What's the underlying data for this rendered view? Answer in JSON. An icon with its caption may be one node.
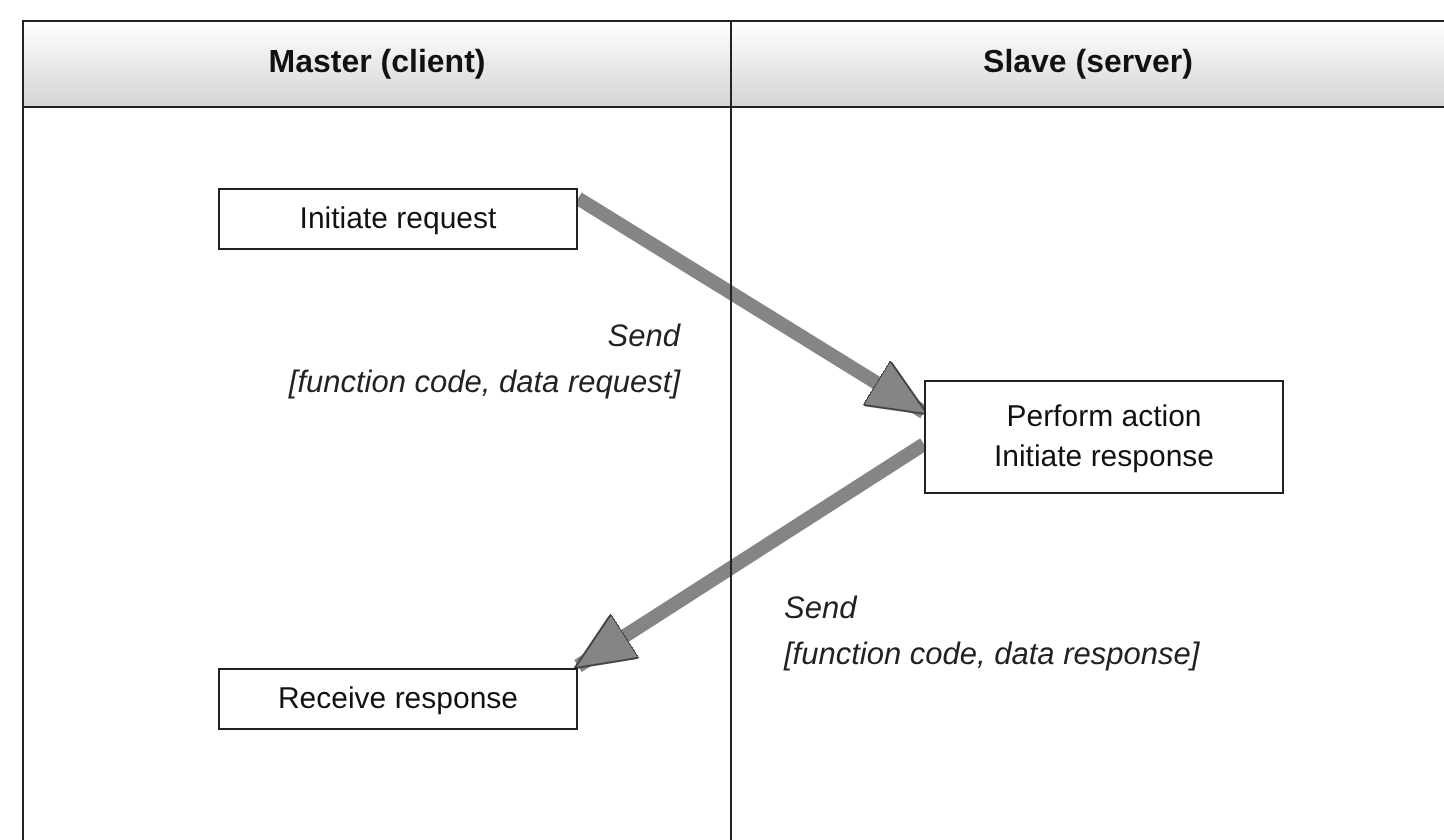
{
  "diagram": {
    "nodes": [
      {
        "text": [
          "Master (client)"
        ]
      },
      {
        "text": [
          "Slave (server)"
        ]
      },
      {
        "text": [
          "Initiate request"
        ],
        "in": 0
      },
      {
        "text": [
          "Perform action Initiate response"
        ],
        "in": 1
      },
      {
        "text": [
          "Receive response"
        ],
        "in": 0
      }
    ],
    "edges": [
      {
        "from": 2,
        "to": 3,
        "arrow": "to",
        "label": "Send [function code, data request]"
      },
      {
        "from": 3,
        "to": 4,
        "arrow": "to",
        "label": "Send [function code, data response]"
      }
    ]
  }
}
